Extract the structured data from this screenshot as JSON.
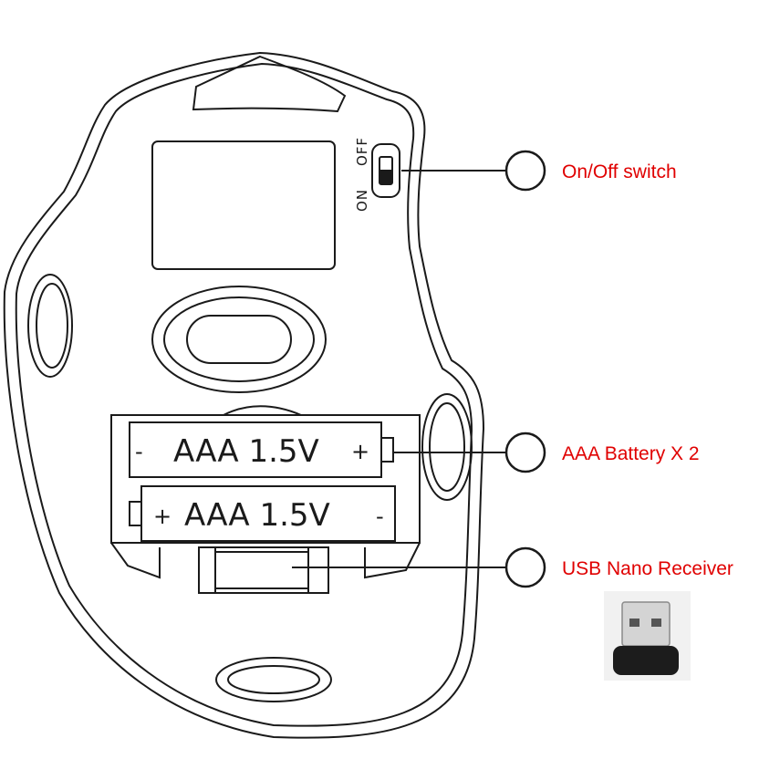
{
  "switch": {
    "off_label": "OFF",
    "on_label": "ON"
  },
  "batteries": [
    {
      "left_sign": "-",
      "label": "AAA 1.5V",
      "right_sign": "+"
    },
    {
      "left_sign": "+",
      "label": "AAA 1.5V",
      "right_sign": "-"
    }
  ],
  "callouts": [
    {
      "label": "On/Off switch"
    },
    {
      "label": "AAA Battery X 2"
    },
    {
      "label": "USB Nano Receiver"
    }
  ],
  "colors": {
    "callout_text": "#e00000",
    "line": "#1a1a1a",
    "receiver_body": "#1c1c1c",
    "receiver_metal": "#d4d4d4"
  }
}
